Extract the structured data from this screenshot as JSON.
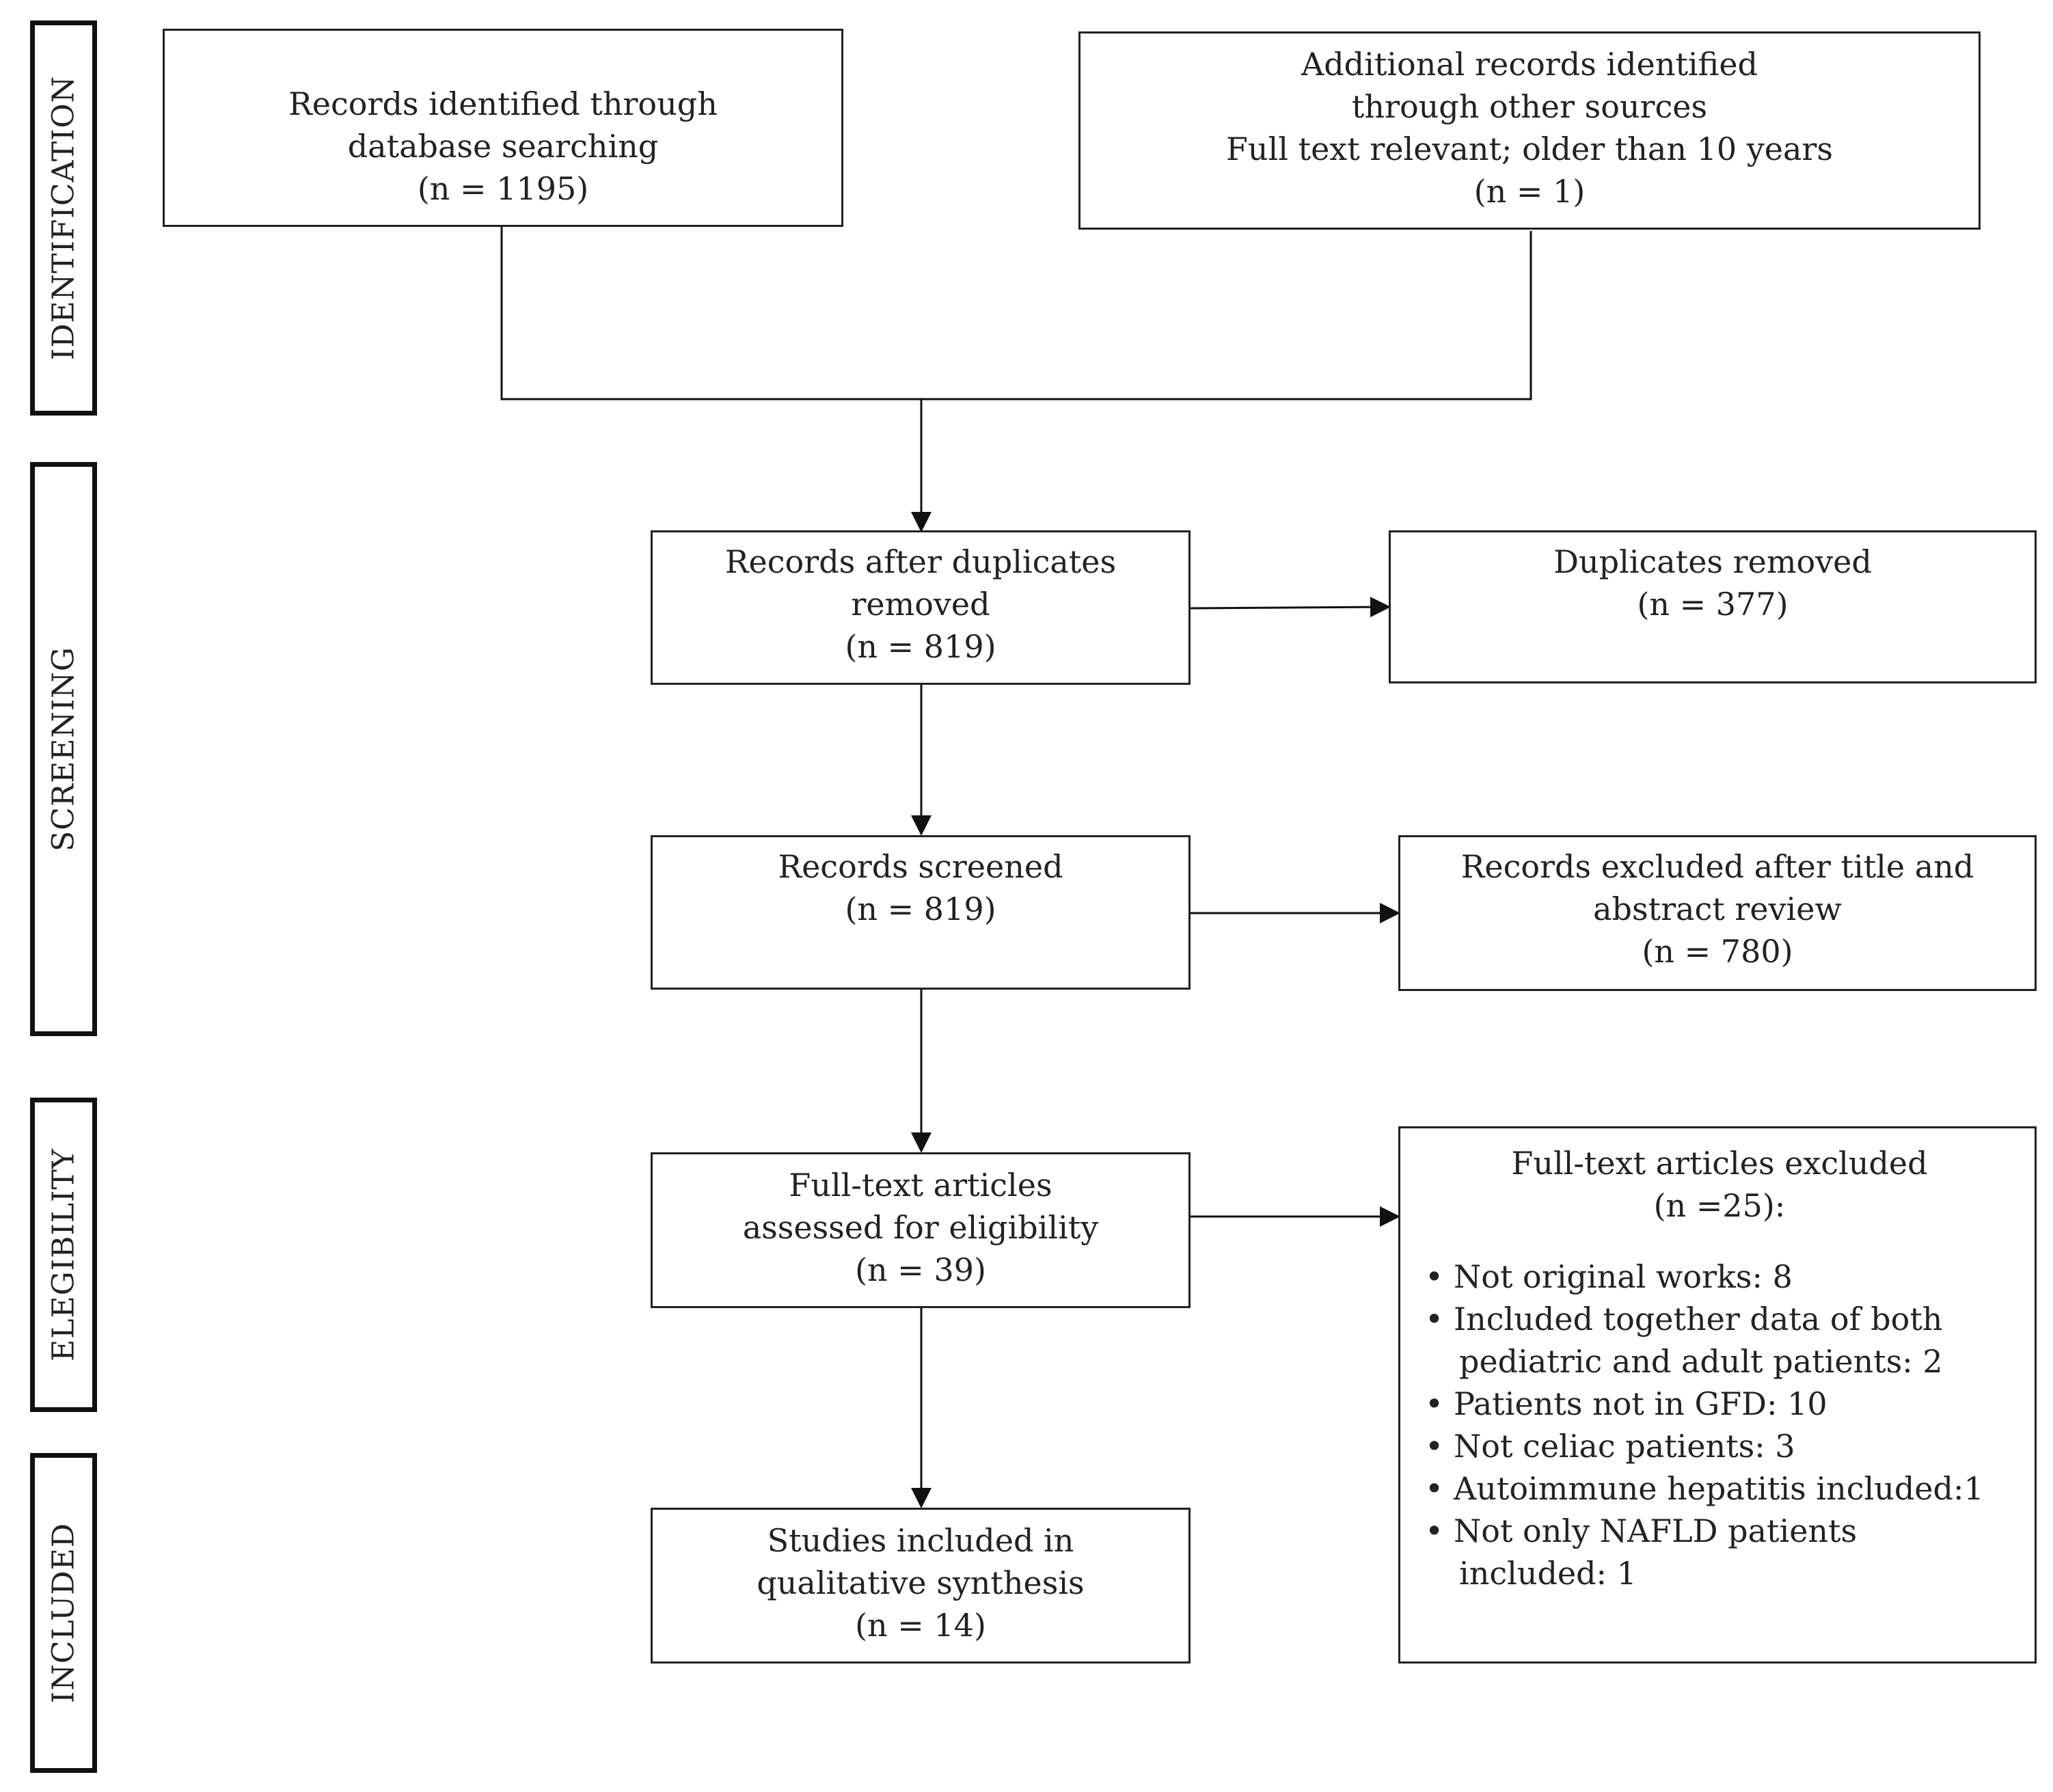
{
  "phases": {
    "identification": "IDENTIFICATION",
    "screening": "SCREENING",
    "eligibility": "ELEGIBILITY",
    "included": "INCLUDED"
  },
  "boxes": {
    "database": [
      "Records   identified through",
      "database  searching",
      "(n = 1195)"
    ],
    "other_sources": [
      "Additional records  identified",
      "through  other sources",
      "Full text relevant; older  than 10 years",
      "(n = 1)"
    ],
    "after_duplicates": [
      "Records  after  duplicates",
      "removed",
      "(n = 819)"
    ],
    "duplicates_removed": [
      "Duplicates  removed",
      "(n = 377)"
    ],
    "screened": [
      "Records screened",
      "(n = 819)"
    ],
    "excluded_title": [
      "Records  excluded after  title and",
      "abstract review",
      "(n = 780)"
    ],
    "fulltext_assessed": [
      "Full-text articles",
      "assessed for eligibility",
      "(n = 39)"
    ],
    "included_synthesis": [
      "Studies included in",
      "qualitative synthesis",
      "(n = 14)"
    ],
    "fulltext_excluded": {
      "title": "Full-text articles excluded",
      "count": "(n =25):",
      "bullet_symbol": "•",
      "items": [
        {
          "text": "Not original works: 8",
          "cont": ""
        },
        {
          "text": "Included together data of both",
          "cont": "pediatric and adult patients: 2"
        },
        {
          "text": "Patients  not  in GFD:  10",
          "cont": ""
        },
        {
          "text": "Not celiac patients: 3",
          "cont": ""
        },
        {
          "text": "Autoimmune hepatitis included:1",
          "cont": ""
        },
        {
          "text": "Not only NAFLD  patients",
          "cont": "included:  1"
        }
      ]
    }
  }
}
